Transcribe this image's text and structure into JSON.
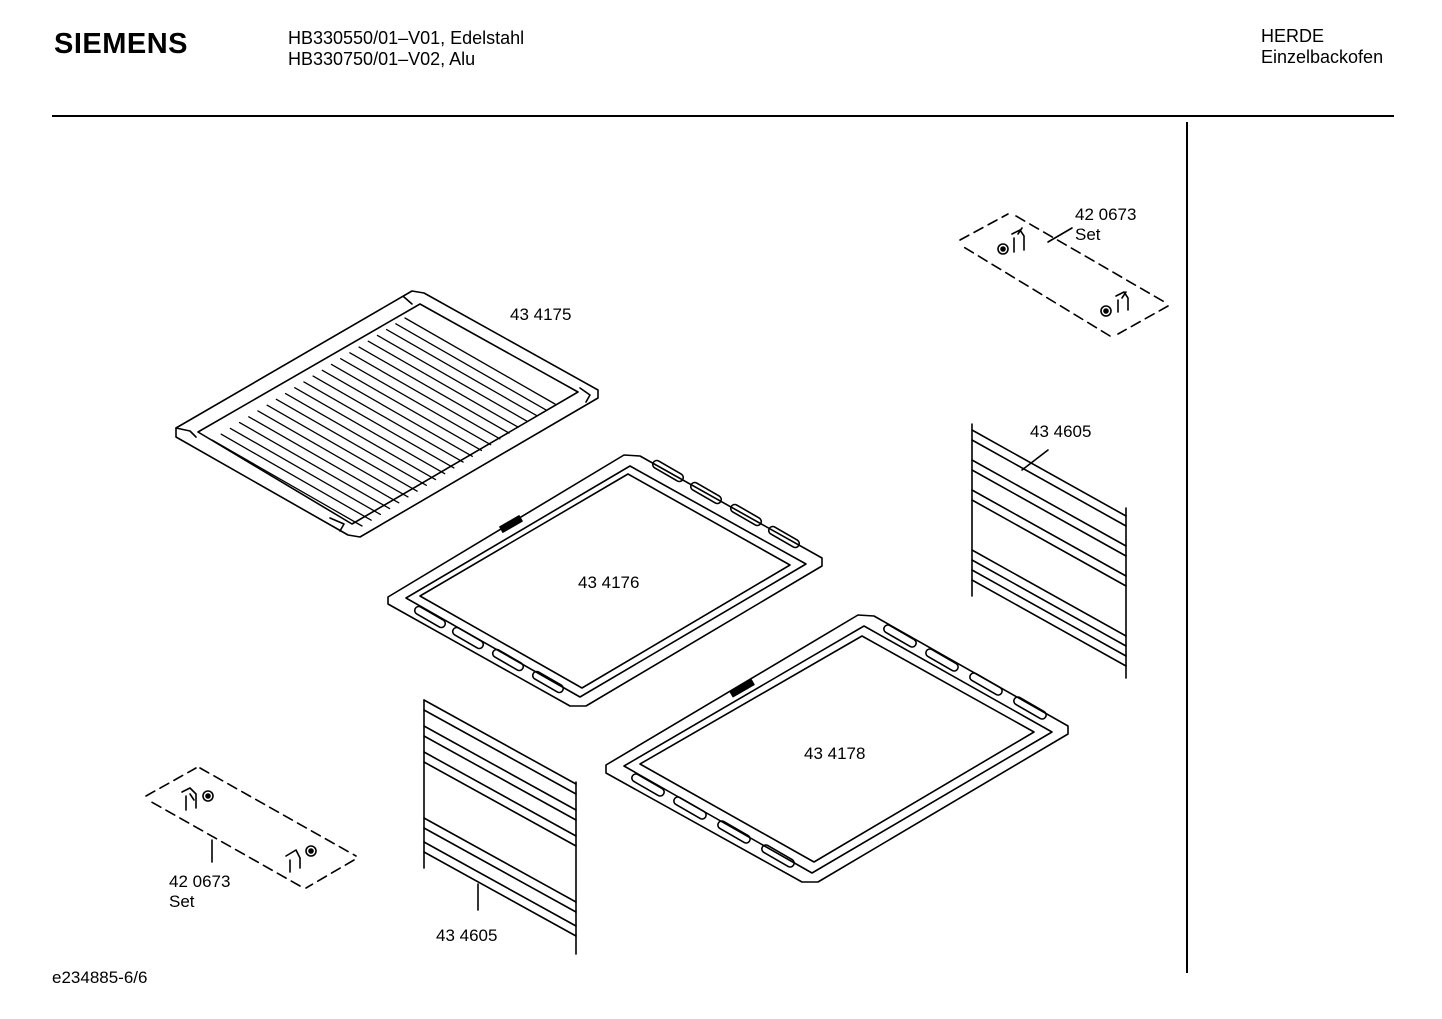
{
  "header": {
    "brand": "SIEMENS",
    "model_line_1": "HB330550/01–V01, Edelstahl",
    "model_line_2": "HB330750/01–V02, Alu",
    "category_line_1": "HERDE",
    "category_line_2": "Einzelbackofen"
  },
  "parts": [
    {
      "number": "43 4175",
      "caption": ""
    },
    {
      "number": "43 4176",
      "caption": ""
    },
    {
      "number": "43 4178",
      "caption": ""
    },
    {
      "number": "42 0673",
      "caption": "Set"
    },
    {
      "number": "43 4605",
      "caption": ""
    },
    {
      "number": "42 0673",
      "caption": "Set"
    },
    {
      "number": "43 4605",
      "caption": ""
    }
  ],
  "footer": {
    "document_id": "e234885-6/6"
  }
}
